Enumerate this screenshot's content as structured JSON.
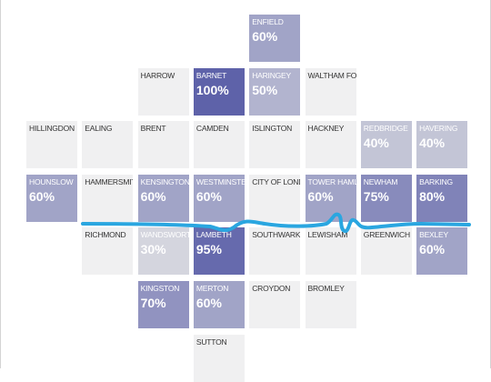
{
  "colors": {
    "empty": "#f0f0f1",
    "scale_low": "#d4d5de",
    "scale_high": "#5e62a9",
    "dark_text": "#333333",
    "light_text": "#ffffff",
    "river": "#2aa6e0"
  },
  "chart_data": {
    "type": "heatmap",
    "title": "",
    "value_format": "percent",
    "range": [
      0,
      100
    ],
    "tiles": [
      {
        "name": "ENFIELD",
        "row": 0,
        "col": 4,
        "value": 60
      },
      {
        "name": "HARROW",
        "row": 1,
        "col": 2,
        "value": null
      },
      {
        "name": "BARNET",
        "row": 1,
        "col": 3,
        "value": 100
      },
      {
        "name": "HARINGEY",
        "row": 1,
        "col": 4,
        "value": 50
      },
      {
        "name": "WALTHAM FOREST",
        "row": 1,
        "col": 5,
        "value": null
      },
      {
        "name": "HILLINGDON",
        "row": 2,
        "col": 0,
        "value": null
      },
      {
        "name": "EALING",
        "row": 2,
        "col": 1,
        "value": null
      },
      {
        "name": "BRENT",
        "row": 2,
        "col": 2,
        "value": null
      },
      {
        "name": "CAMDEN",
        "row": 2,
        "col": 3,
        "value": null
      },
      {
        "name": "ISLINGTON",
        "row": 2,
        "col": 4,
        "value": null
      },
      {
        "name": "HACKNEY",
        "row": 2,
        "col": 5,
        "value": null
      },
      {
        "name": "REDBRIDGE",
        "row": 2,
        "col": 6,
        "value": 40
      },
      {
        "name": "HAVERING",
        "row": 2,
        "col": 7,
        "value": 40
      },
      {
        "name": "HOUNSLOW",
        "row": 3,
        "col": 0,
        "value": 60
      },
      {
        "name": "HAMMERSMITH",
        "row": 3,
        "col": 1,
        "value": null
      },
      {
        "name": "KENSINGTON",
        "row": 3,
        "col": 2,
        "value": 60
      },
      {
        "name": "WESTMINSTER",
        "row": 3,
        "col": 3,
        "value": 60
      },
      {
        "name": "CITY OF LONDON",
        "row": 3,
        "col": 4,
        "value": null
      },
      {
        "name": "TOWER HAMLETS",
        "row": 3,
        "col": 5,
        "value": 60
      },
      {
        "name": "NEWHAM",
        "row": 3,
        "col": 6,
        "value": 75
      },
      {
        "name": "BARKING",
        "row": 3,
        "col": 7,
        "value": 80
      },
      {
        "name": "RICHMOND",
        "row": 4,
        "col": 1,
        "value": null
      },
      {
        "name": "WANDSWORTH",
        "row": 4,
        "col": 2,
        "value": 30
      },
      {
        "name": "LAMBETH",
        "row": 4,
        "col": 3,
        "value": 95
      },
      {
        "name": "SOUTHWARK",
        "row": 4,
        "col": 4,
        "value": null
      },
      {
        "name": "LEWISHAM",
        "row": 4,
        "col": 5,
        "value": null
      },
      {
        "name": "GREENWICH",
        "row": 4,
        "col": 6,
        "value": null
      },
      {
        "name": "BEXLEY",
        "row": 4,
        "col": 7,
        "value": 60
      },
      {
        "name": "KINGSTON",
        "row": 5,
        "col": 2,
        "value": 70
      },
      {
        "name": "MERTON",
        "row": 5,
        "col": 3,
        "value": 60
      },
      {
        "name": "CROYDON",
        "row": 5,
        "col": 4,
        "value": null
      },
      {
        "name": "BROMLEY",
        "row": 5,
        "col": 5,
        "value": null
      },
      {
        "name": "SUTTON",
        "row": 6,
        "col": 3,
        "value": null
      }
    ]
  }
}
